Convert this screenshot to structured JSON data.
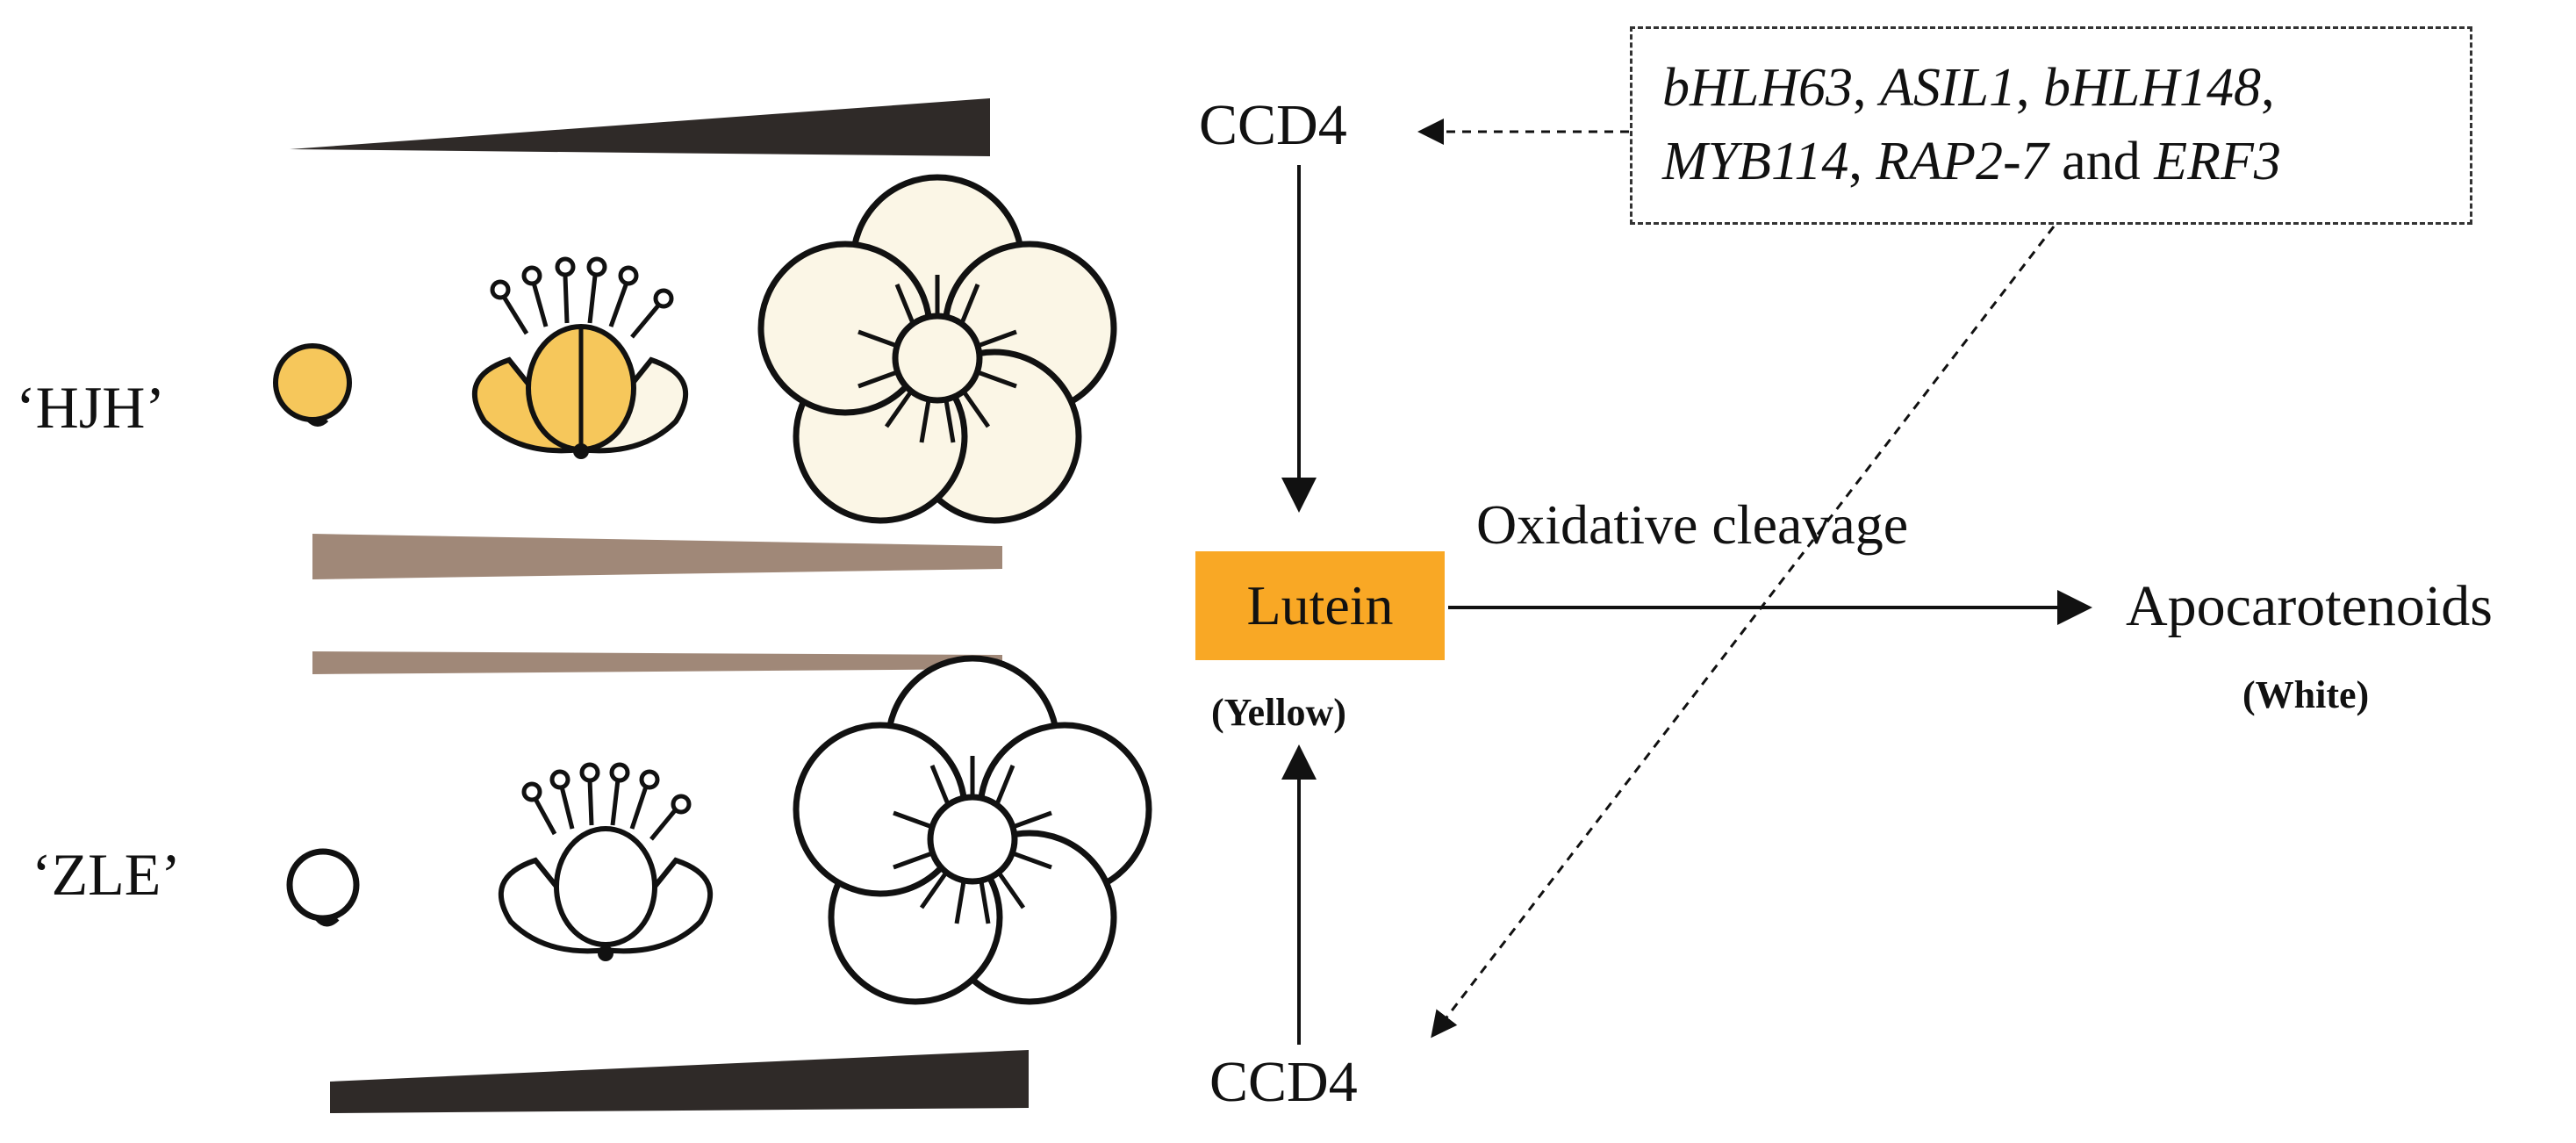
{
  "cultivars": {
    "top": "‘HJH’",
    "bottom": "‘ZLE’"
  },
  "nodes": {
    "ccd4_top": "CCD4",
    "ccd4_bottom": "CCD4",
    "lutein": "Lutein",
    "lutein_color": "(Yellow)",
    "product": "Apocarotenoids",
    "product_color": "(White)"
  },
  "process": {
    "label": "Oxidative cleavage"
  },
  "regulators": {
    "genes_line1": [
      "bHLH63",
      "ASIL1",
      "bHLH148"
    ],
    "genes_line2": [
      "MYB114",
      "RAP2-7"
    ],
    "connector": "and",
    "last_gene": "ERF3"
  },
  "colors": {
    "lutein_fill": "#f9a825",
    "flower_yellow": "#f6c75b",
    "flower_cream": "#fbf6e6",
    "wedge_dark": "#2f2a28",
    "wedge_brown": "#a08878",
    "line": "#111111"
  }
}
